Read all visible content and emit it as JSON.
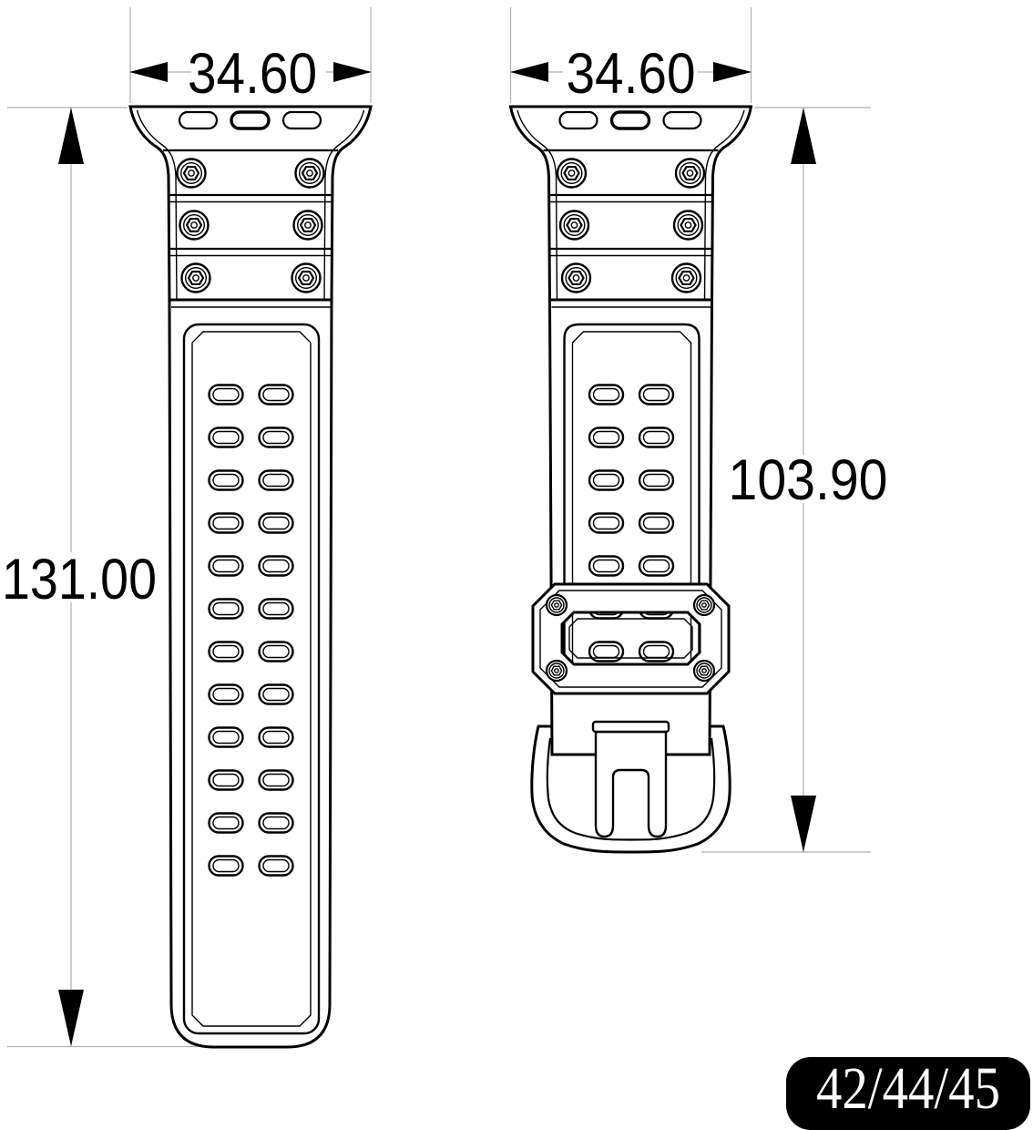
{
  "dimensions": {
    "long_strap": {
      "width_mm": "34.60",
      "length_mm": "131.00"
    },
    "short_strap": {
      "width_mm": "34.60",
      "length_mm": "103.90"
    }
  },
  "badge": {
    "label": "42/44/45"
  },
  "colors": {
    "line": "#000000",
    "dimension_line": "#b0b0b0",
    "badge_background": "#000000",
    "badge_text": "#ffffff",
    "background": "#ffffff"
  },
  "views": {
    "long_strap": {
      "hole_rows": 12,
      "hole_columns": 2,
      "screw_rows": 3,
      "screws_per_row": 2,
      "adapter_slots": 3
    },
    "short_strap": {
      "hole_rows": 7,
      "hole_columns": 2,
      "screw_rows": 3,
      "screws_per_row": 2,
      "adapter_slots": 3,
      "keeper_screws": 4
    }
  }
}
